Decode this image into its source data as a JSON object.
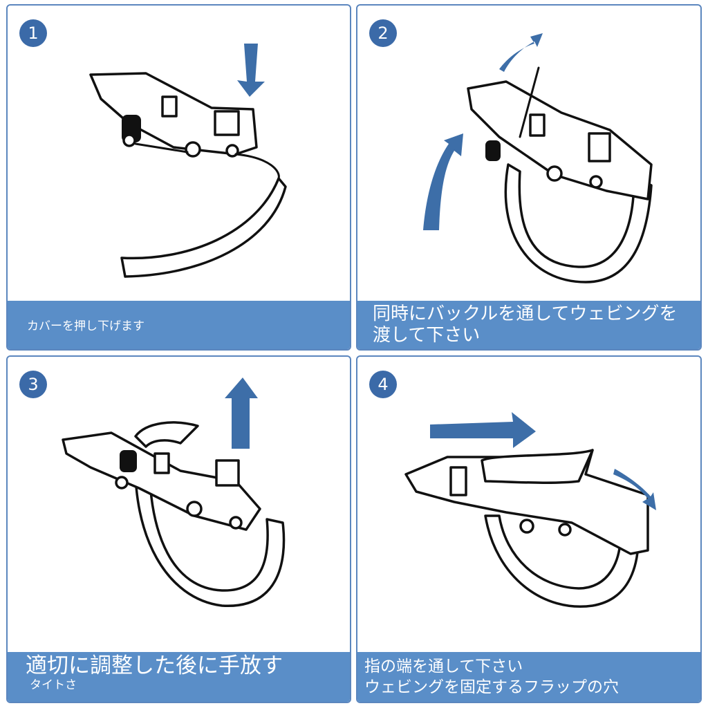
{
  "steps": [
    {
      "number": "1",
      "caption": "カバーを押し下げます"
    },
    {
      "number": "2",
      "caption_line1": "同時にバックルを通してウェビングを",
      "caption_line2": "渡して下さい"
    },
    {
      "number": "3",
      "caption_line1": "適切に調整した後に手放す",
      "caption_line2": "タイトさ"
    },
    {
      "number": "4",
      "caption_line1": "指の端を通して下さい",
      "caption_line2": "ウェビングを固定するフラップの穴"
    }
  ],
  "colors": {
    "badge": "#3b6aa8",
    "caption_bg": "#5a8ec8",
    "arrow": "#3d6ea8",
    "border": "#5b86be"
  },
  "icons": [
    "down-arrow-icon",
    "curved-up-arrow-icon",
    "up-arrow-icon",
    "right-arrow-icon"
  ]
}
